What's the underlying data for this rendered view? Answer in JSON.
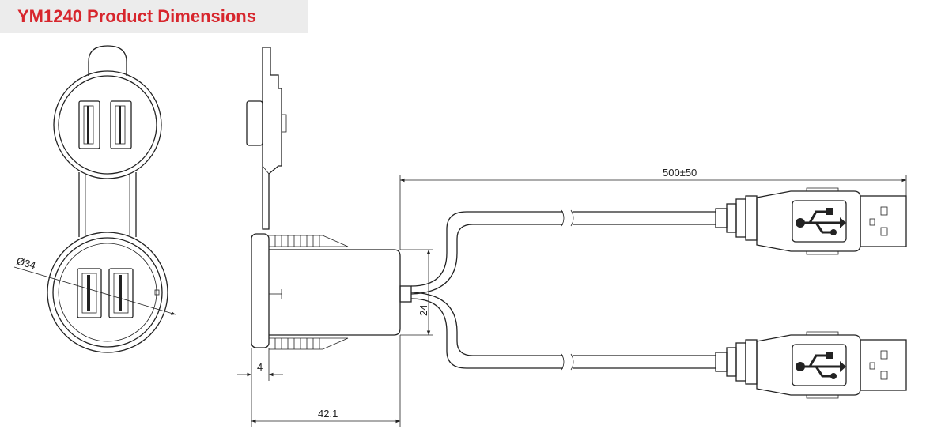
{
  "header": {
    "title": "YM1240 Product Dimensions"
  },
  "dimensions": {
    "cable_length": "500±50",
    "face_diameter": "Ø34",
    "body_height": "24",
    "flange_thickness": "4",
    "total_depth": "42.1"
  },
  "colors": {
    "title_text": "#d7262d",
    "title_background": "#ececec",
    "line": "#222222"
  }
}
